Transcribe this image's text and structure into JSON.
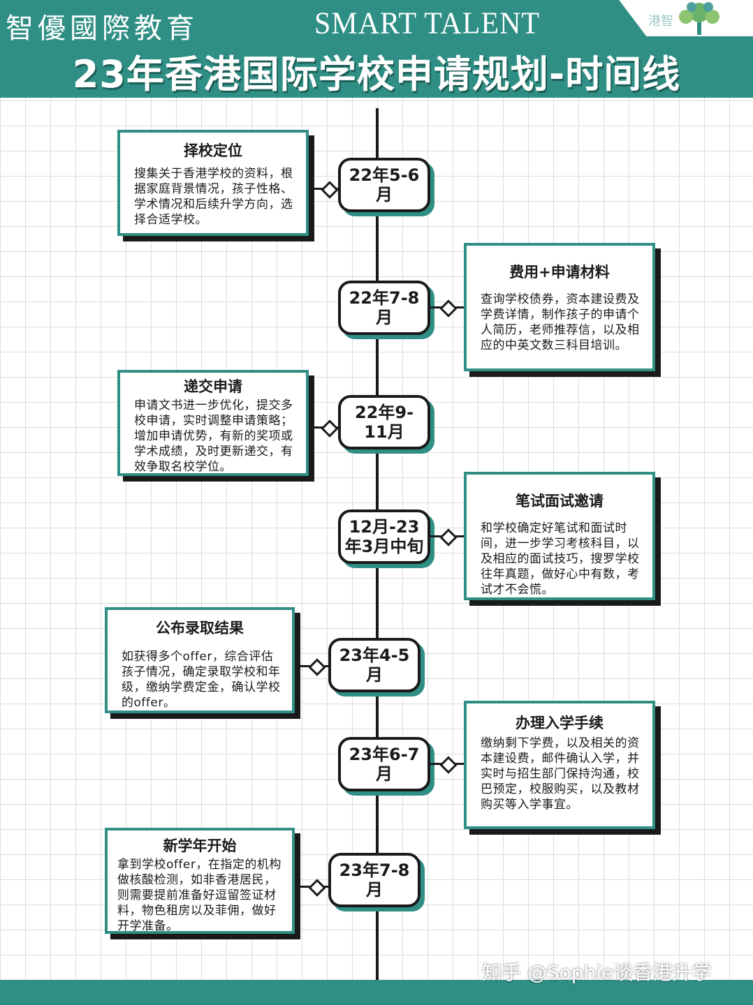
{
  "header": {
    "brand_cn": "智優國際教育",
    "brand_en": "SMART TALENT",
    "logo_text": "港智",
    "title": "23年香港国际学校申请规划-时间线"
  },
  "colors": {
    "teal": "#2f8f85",
    "dark": "#1a1a1a",
    "grid": "#dcdcdc"
  },
  "timeline": [
    {
      "date": "22年5-6月",
      "title": "择校定位",
      "text": "搜集关于香港学校的资料，根据家庭背景情况，孩子性格、学术情况和后续升学方向，选择合适学校。"
    },
    {
      "date": "22年7-8月",
      "title": "费用+申请材料",
      "text": "查询学校债券，资本建设费及学费详情，制作孩子的申请个人简历，老师推荐信，以及相应的中英文数三科目培训。"
    },
    {
      "date": "22年9-11月",
      "title": "递交申请",
      "text": "申请文书进一步优化，提交多校申请，实时调整申请策略；增加申请优势，有新的奖项或学术成绩，及时更新递交，有效争取名校学位。"
    },
    {
      "date": "12月-23年3月中旬",
      "title": "笔试面试邀请",
      "text": "和学校确定好笔试和面试时间，进一步学习考核科目，以及相应的面试技巧，搜罗学校往年真题，做好心中有数，考试才不会慌。"
    },
    {
      "date": "23年4-5月",
      "title": "公布录取结果",
      "text": "如获得多个offer，综合评估孩子情况，确定录取学校和年级，缴纳学费定金，确认学校的offer。"
    },
    {
      "date": "23年6-7月",
      "title": "办理入学手续",
      "text": "缴纳剩下学费，以及相关的资本建设费，邮件确认入学，并实时与招生部门保持沟通，校巴预定，校服购买，以及教材购买等入学事宜。"
    },
    {
      "date": "23年7-8月",
      "title": "新学年开始",
      "text": "拿到学校offer，在指定的机构做核酸检测，如非香港居民，则需要提前准备好逗留签证材料，物色租房以及菲佣，做好开学准备。"
    }
  ],
  "footer": {
    "watermark": "知乎 @Sophie谈香港升学"
  }
}
